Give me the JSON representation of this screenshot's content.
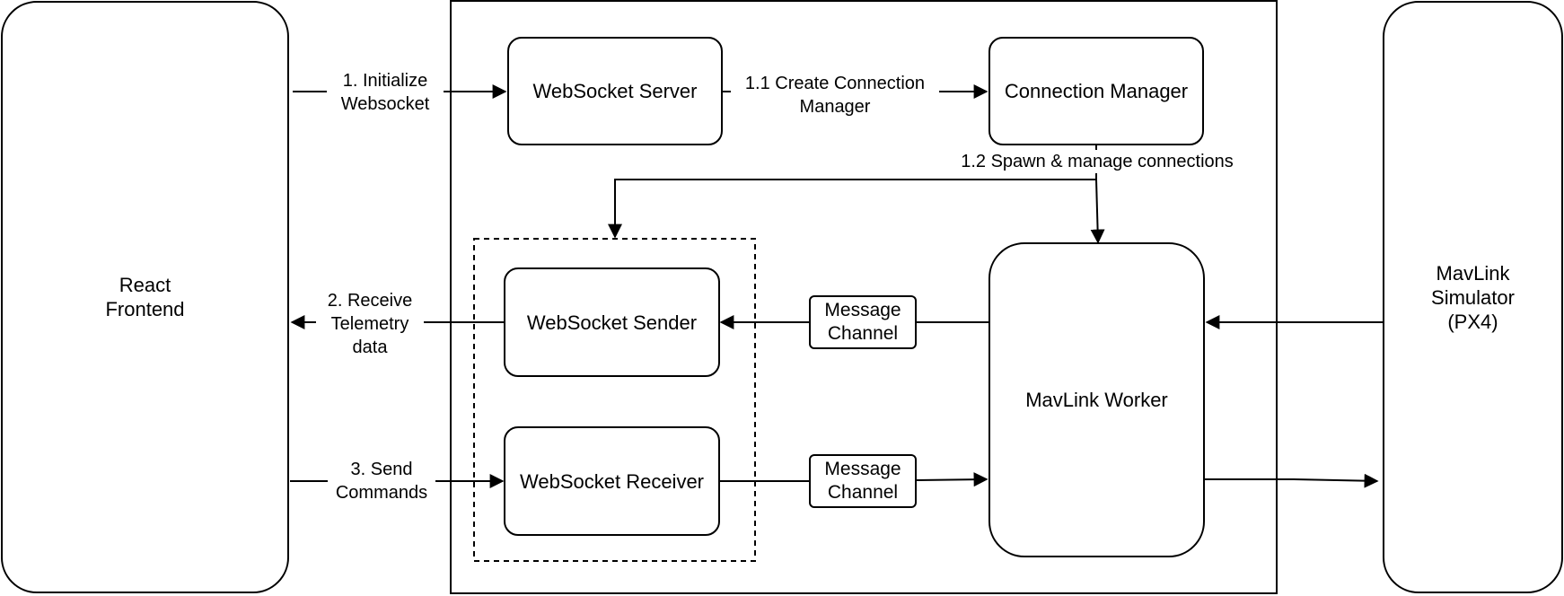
{
  "nodes": {
    "react_frontend": "React\nFrontend",
    "mavlink_simulator": "MavLink\nSimulator\n(PX4)",
    "websocket_server": "WebSocket Server",
    "connection_manager": "Connection Manager",
    "websocket_sender": "WebSocket Sender",
    "websocket_receiver": "WebSocket Receiver",
    "mavlink_worker": "MavLink Worker",
    "channel_top": "Message\nChannel",
    "channel_bottom": "Message\nChannel"
  },
  "edges": {
    "init_ws": "1. Initialize\nWebsocket",
    "create_cm": "1.1 Create Connection\nManager",
    "spawn": "1.2 Spawn & manage connections",
    "receive_telemetry": "2. Receive\nTelemetry\ndata",
    "send_commands": "3. Send\nCommands"
  }
}
